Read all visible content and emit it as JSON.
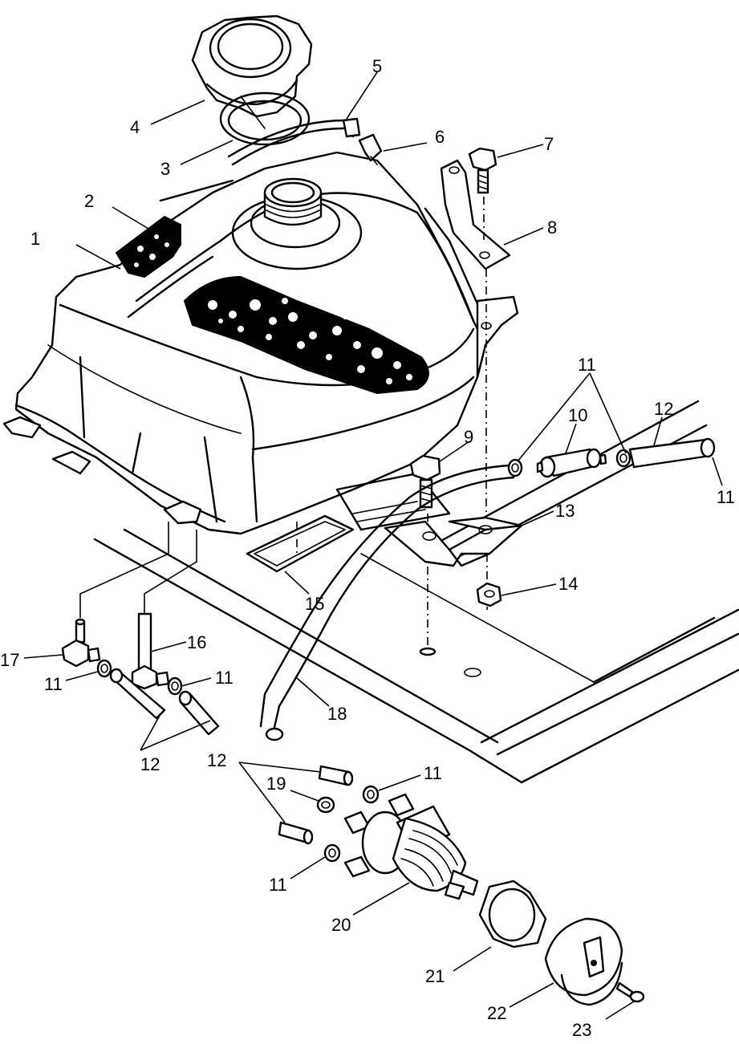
{
  "diagram": {
    "callouts": [
      {
        "id": "c1",
        "label": "1"
      },
      {
        "id": "c2",
        "label": "2"
      },
      {
        "id": "c3",
        "label": "3"
      },
      {
        "id": "c4",
        "label": "4"
      },
      {
        "id": "c5",
        "label": "5"
      },
      {
        "id": "c6",
        "label": "6"
      },
      {
        "id": "c7",
        "label": "7"
      },
      {
        "id": "c8",
        "label": "8"
      },
      {
        "id": "c9",
        "label": "9"
      },
      {
        "id": "c10",
        "label": "10"
      },
      {
        "id": "c11a",
        "label": "11"
      },
      {
        "id": "c12a",
        "label": "12"
      },
      {
        "id": "c11b",
        "label": "11"
      },
      {
        "id": "c13",
        "label": "13"
      },
      {
        "id": "c14",
        "label": "14"
      },
      {
        "id": "c15",
        "label": "15"
      },
      {
        "id": "c16",
        "label": "16"
      },
      {
        "id": "c17",
        "label": "17"
      },
      {
        "id": "c11c",
        "label": "11"
      },
      {
        "id": "c11d",
        "label": "11"
      },
      {
        "id": "c18",
        "label": "18"
      },
      {
        "id": "c12b",
        "label": "12"
      },
      {
        "id": "c12c",
        "label": "12"
      },
      {
        "id": "c19",
        "label": "19"
      },
      {
        "id": "c11e",
        "label": "11"
      },
      {
        "id": "c11f",
        "label": "11"
      },
      {
        "id": "c20",
        "label": "20"
      },
      {
        "id": "c21",
        "label": "21"
      },
      {
        "id": "c22",
        "label": "22"
      },
      {
        "id": "c23",
        "label": "23"
      }
    ]
  }
}
